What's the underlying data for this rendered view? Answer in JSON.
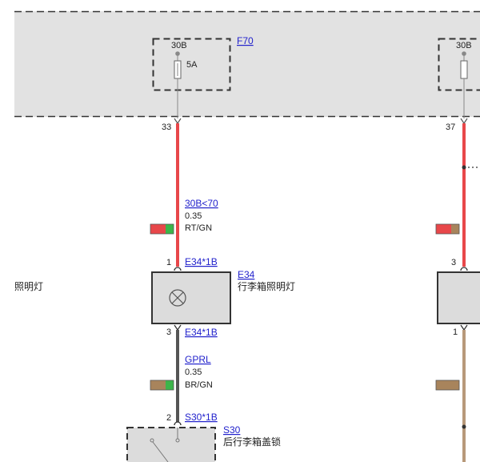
{
  "colors": {
    "panel_fill": "#e2e2e2",
    "wire_red": "#e8474a",
    "wire_dark": "#555555",
    "wire_brown": "#b8997a",
    "swatch_red": "#e8474a",
    "swatch_green": "#3cb54a",
    "swatch_brown": "#a8845c",
    "link_blue": "#2222cc",
    "component_fill": "#dcdcdc"
  },
  "panel": {
    "fuse_left": {
      "terminal": "30B",
      "rating": "5A",
      "ref": "F70"
    },
    "fuse_right": {
      "terminal_partial": "30B"
    }
  },
  "left_circuit": {
    "pin_top": "33",
    "wire_upper": {
      "circuit": "30B<70",
      "gauge": "0.35",
      "color_code": "RT/GN"
    },
    "lamp_pin_top": {
      "pin": "1",
      "connector": "E34*1B"
    },
    "lamp": {
      "ref": "E34",
      "name": "行李箱照明灯",
      "icon": "lamp-icon"
    },
    "lamp_pin_bottom": {
      "pin": "3",
      "connector": "E34*1B"
    },
    "wire_lower": {
      "circuit": "GPRL",
      "gauge": "0.35",
      "color_code": "BR/GN"
    },
    "switch_pin_top": {
      "pin": "2",
      "connector": "S30*1B"
    },
    "switch": {
      "ref": "S30",
      "name": "后行李箱盖锁",
      "icon": "switch-icon"
    }
  },
  "left_edge_label": "照明灯",
  "right_circuit": {
    "pin_top": "37",
    "lamp_pin_top": "3",
    "lamp_pin_bottom": "1"
  }
}
